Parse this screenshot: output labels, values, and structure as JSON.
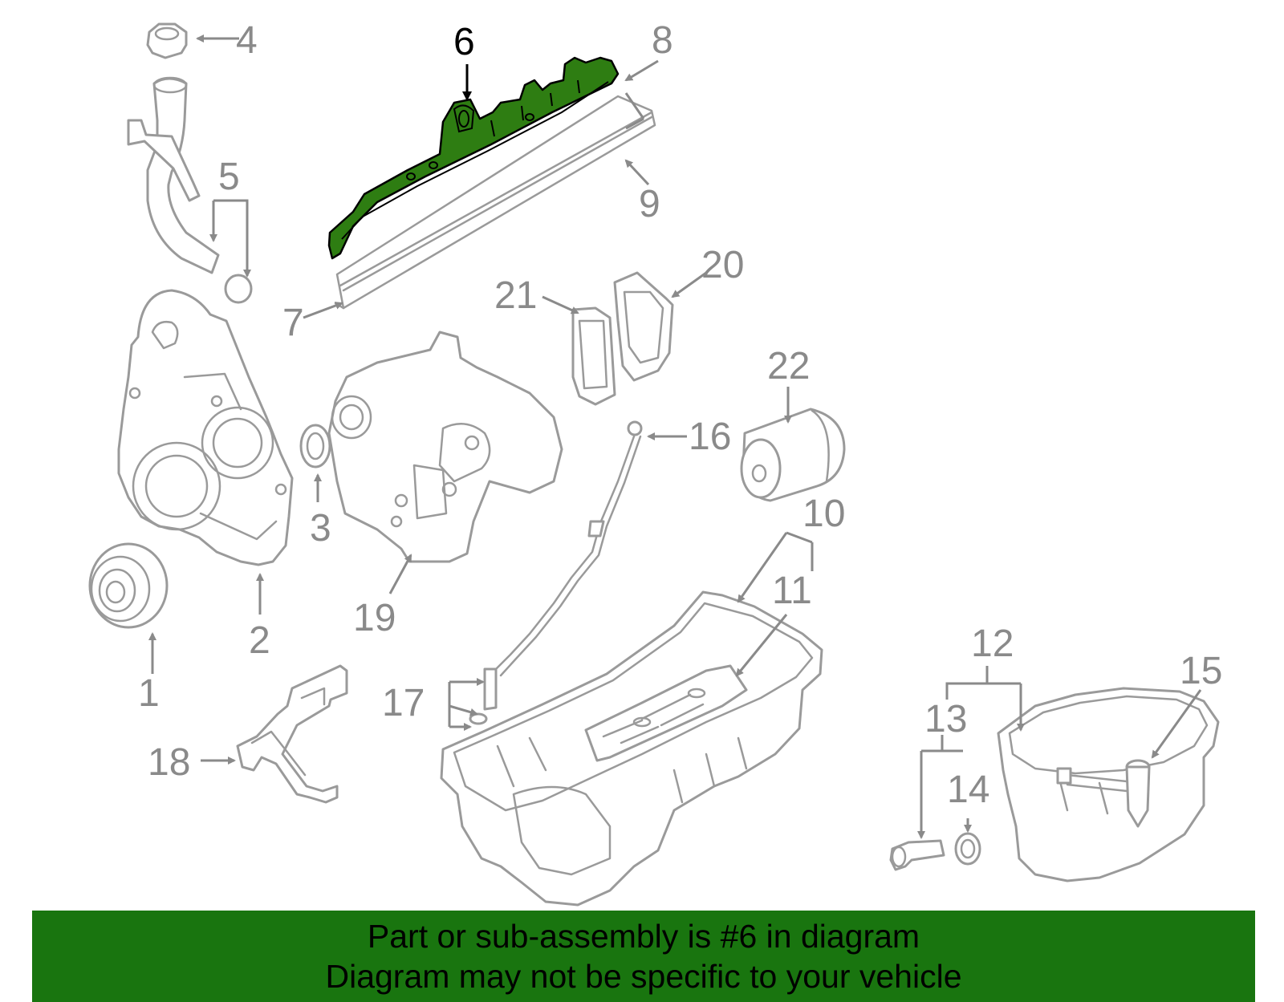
{
  "callouts": {
    "c1": "1",
    "c2": "2",
    "c3": "3",
    "c4": "4",
    "c5": "5",
    "c6": "6",
    "c7": "7",
    "c8": "8",
    "c9": "9",
    "c10": "10",
    "c11": "11",
    "c12": "12",
    "c13": "13",
    "c14": "14",
    "c15": "15",
    "c16": "16",
    "c17": "17",
    "c18": "18",
    "c19": "19",
    "c20": "20",
    "c21": "21",
    "c22": "22"
  },
  "highlighted_part": "6",
  "colors": {
    "highlight_fill": "#2e7d12",
    "banner_background": "#19750f",
    "line_art": "#9a9a9a"
  },
  "footer": {
    "line1": "Part or sub-assembly is #6 in diagram",
    "line2": "Diagram may not be specific to your vehicle"
  }
}
